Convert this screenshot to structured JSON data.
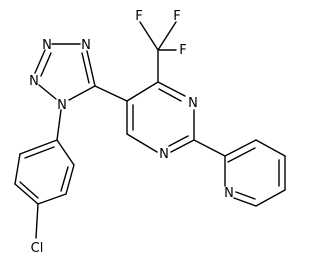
{
  "atoms": {
    "tetrazole_n4": "N",
    "tetrazole_n3": "N",
    "tetrazole_n2": "N",
    "tetrazole_n1": "N",
    "fluorine_top_left": "F",
    "fluorine_top_right": "F",
    "fluorine_right": "F",
    "pyrimidine_n3": "N",
    "pyrimidine_n1": "N",
    "pyridine_n": "N",
    "chlorine": "Cl"
  },
  "colors": {
    "ink": "#000000",
    "background": "#ffffff"
  }
}
